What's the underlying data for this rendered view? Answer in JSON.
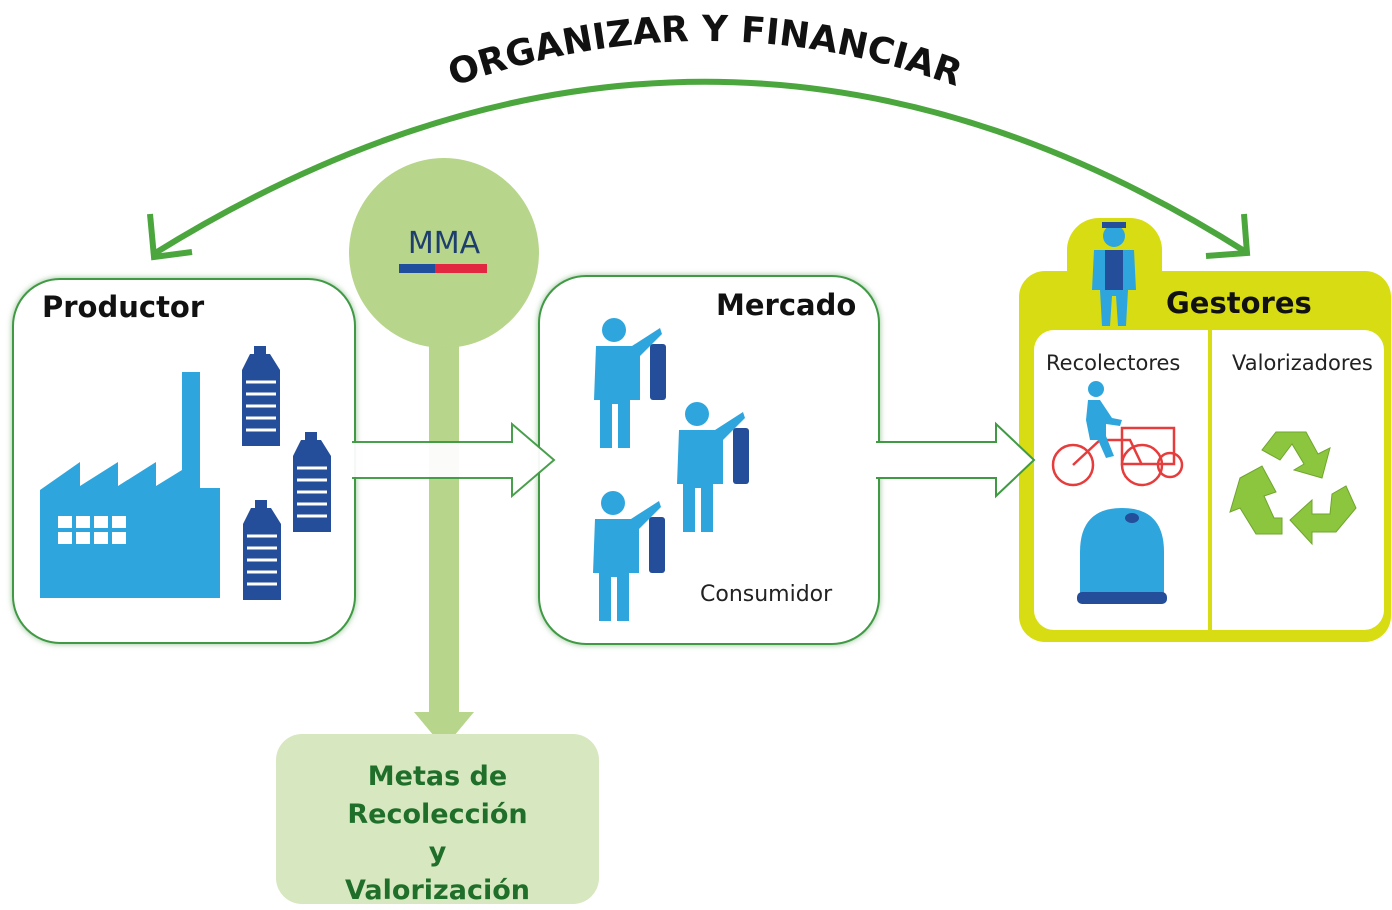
{
  "arc_title": "ORGANIZAR Y FINANCIAR",
  "productor": {
    "title": "Productor"
  },
  "mma": {
    "label": "MMA",
    "flag_colors": [
      "#1f4e9c",
      "#e12840"
    ]
  },
  "mercado": {
    "title": "Mercado",
    "consumer_label": "Consumidor"
  },
  "gestores": {
    "title": "Gestores",
    "col_left": "Recolectores",
    "col_right": "Valorizadores"
  },
  "metas": {
    "line1": "Metas de Recolección",
    "line2": "y",
    "line3": "Valorización"
  },
  "colors": {
    "arrow_green": "#4aa63d",
    "box_border": "#3f9a43",
    "mma_green": "#b7d58b",
    "gestores_yellow": "#d8dc12",
    "icon_blue": "#2ea6dd",
    "bottle_navy": "#244d9a",
    "recycle_green": "#8cc63f",
    "bike_red": "#e63c3c"
  },
  "icons": [
    "factory-icon",
    "bottle-icon",
    "person-icon",
    "bicycle-icon",
    "recycling-bin-icon",
    "recycle-icon",
    "worker-icon"
  ]
}
